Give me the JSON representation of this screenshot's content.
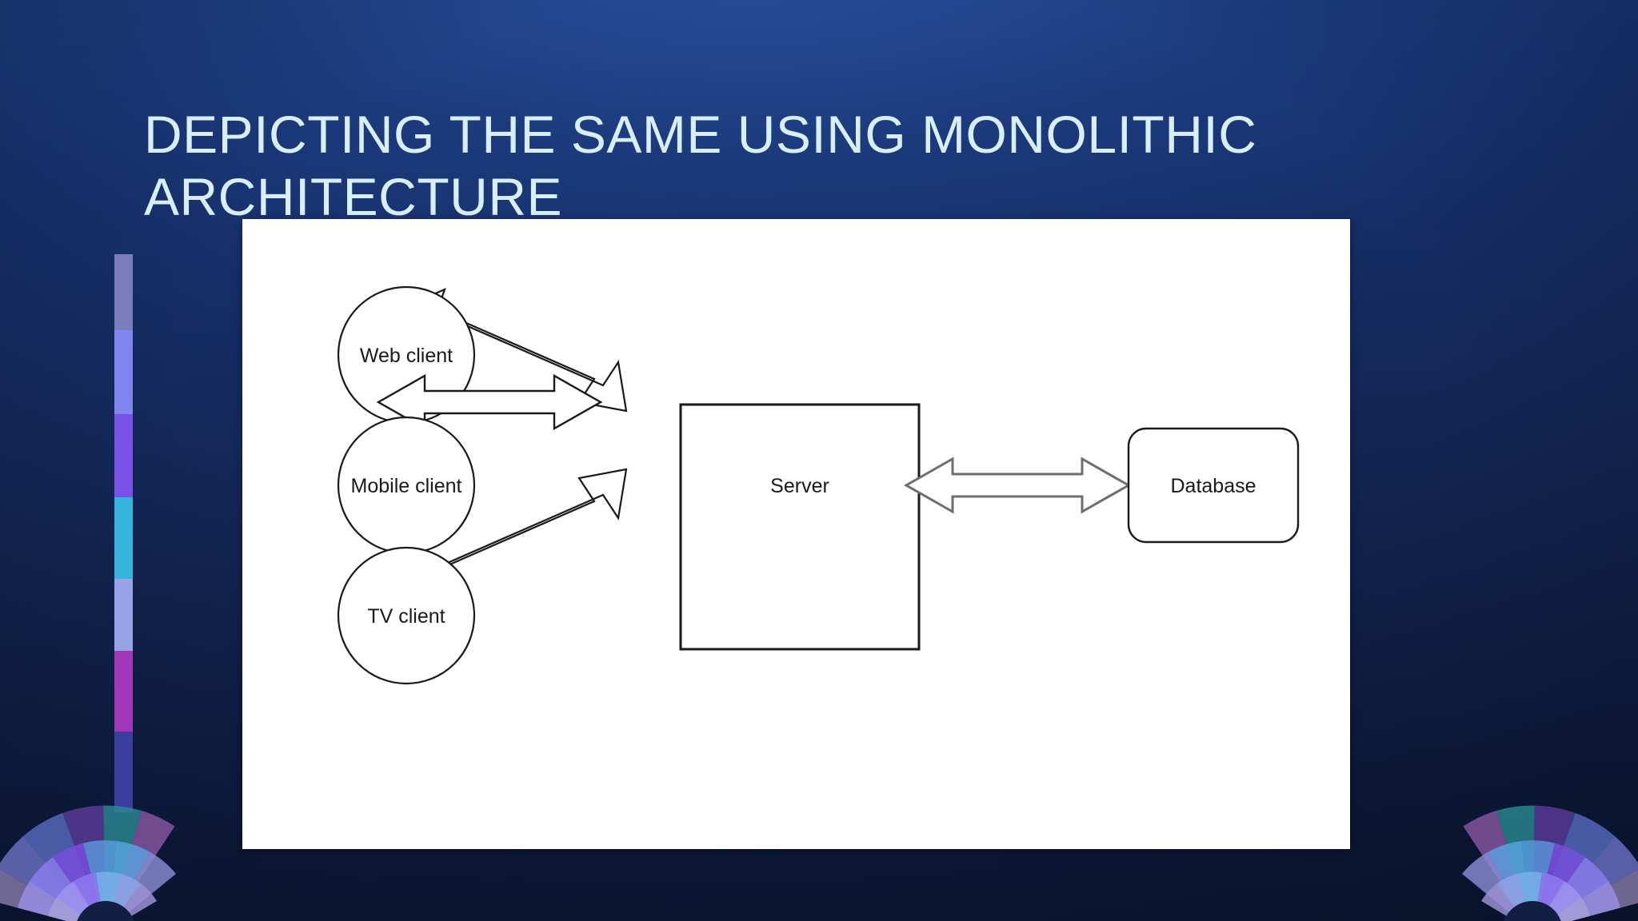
{
  "slide": {
    "title": "Depicting the same using monolithic architecture",
    "title_color": "#d8eef8",
    "background_top_color": "#1d3d80",
    "background_bottom_color": "#0b1530",
    "panel_background": "#ffffff"
  },
  "accent_strip": {
    "bands": [
      {
        "name": "band-slate-violet",
        "color": "#7b7cba",
        "height_pct": 13.6
      },
      {
        "name": "band-periwinkle",
        "color": "#7f86ef",
        "height_pct": 15.0
      },
      {
        "name": "band-violet",
        "color": "#7a52e8",
        "height_pct": 15.0
      },
      {
        "name": "band-cyan",
        "color": "#35b4dd",
        "height_pct": 14.5
      },
      {
        "name": "band-light-blue",
        "color": "#97a3e4",
        "height_pct": 13.0
      },
      {
        "name": "band-magenta",
        "color": "#a238b8",
        "height_pct": 14.5
      },
      {
        "name": "band-indigo",
        "color": "#3a3f9e",
        "height_pct": 14.4
      }
    ]
  },
  "diagram": {
    "type": "architecture-diagram",
    "stroke_color": "#1a1a1a",
    "arrow_fill": "#ffffff",
    "db_arrow_stroke": "#6e6e6e",
    "nodes": [
      {
        "id": "web-client",
        "shape": "circle",
        "label": "Web client"
      },
      {
        "id": "mobile-client",
        "shape": "circle",
        "label": "Mobile client"
      },
      {
        "id": "tv-client",
        "shape": "circle",
        "label": "TV client"
      },
      {
        "id": "server",
        "shape": "rectangle",
        "label": "Server"
      },
      {
        "id": "database",
        "shape": "rounded-rectangle",
        "label": "Database"
      }
    ],
    "connections": [
      {
        "from": "web-client",
        "to": "server",
        "style": "double-headed-block-arrow",
        "direction": "bidirectional"
      },
      {
        "from": "mobile-client",
        "to": "server",
        "style": "double-headed-block-arrow",
        "direction": "bidirectional"
      },
      {
        "from": "tv-client",
        "to": "server",
        "style": "double-headed-block-arrow",
        "direction": "bidirectional"
      },
      {
        "from": "server",
        "to": "database",
        "style": "double-headed-block-arrow",
        "direction": "bidirectional"
      }
    ]
  },
  "decorations": {
    "left_fan": "radial-fan-arcs",
    "right_fan": "radial-fan-arcs-mirrored",
    "fan_colors": [
      "#8a7fae",
      "#9b91e8",
      "#7a4fe0",
      "#5a9ae0",
      "#6e76c8",
      "#5e3d9e",
      "#2b8f96",
      "#8e5aa8",
      "#a4a0d8"
    ]
  }
}
